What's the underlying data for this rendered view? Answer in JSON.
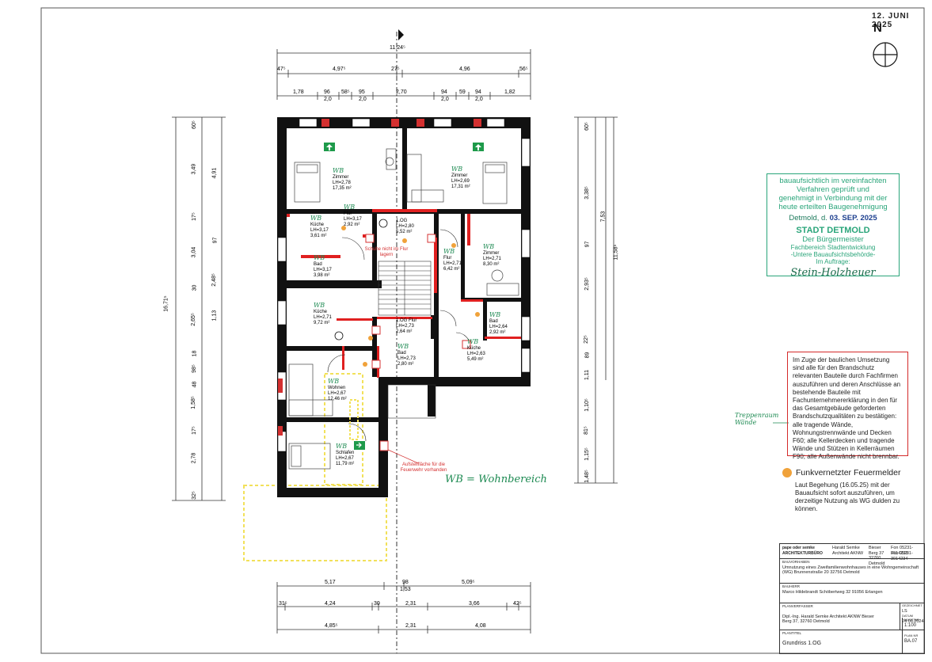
{
  "header": {
    "stamp_date_top": "12. JUNI 2025",
    "north_label": "N"
  },
  "approval_stamp": {
    "line1": "bauaufsichtlich im vereinfachten",
    "line2": "Verfahren geprüft und",
    "line3": "genehmigt in Verbindung mit der",
    "line4": "heute erteilten Baugenehmigung",
    "place": "Detmold, d.",
    "date": "03. SEP. 2025",
    "city": "STADT DETMOLD",
    "office": "Der Bürgermeister",
    "dept1": "Fachbereich Stadtentwicklung",
    "dept2": "-Untere Bauaufsichtsbehörde-",
    "dept3": "Im Auftrage:",
    "signature": "Stein-Holzheuer"
  },
  "notice": {
    "text": "Im Zuge der baulichen Umsetzung sind alle für den Brandschutz relevanten Bauteile durch Fachfirmen auszuführen und deren Anschlüsse an bestehende Bauteile mit Fachunternehmererklärung in den für das Gesamtgebäude geforderten Brandschutzqualitäten zu bestätigen: alle tragende Wände, Wohnungstrennwände und Decken F60; alle Kellerdecken und tragende Wände und Stützen in Kellerräumen F90; alle Außenwände nicht brennbar.",
    "handwritten_note": "Treppenraum Wände"
  },
  "legend": {
    "title": "Funkvernetzter Feuermelder",
    "text": "Laut Begehung (16.05.25) mit der Bauaufsicht sofort auszuführen, um derzeitige Nutzung als WG dulden zu können.",
    "color": "#f0a23a"
  },
  "plan_notes": {
    "shoes": "Schuhe nicht im Flur lagern",
    "fire_dept": "Aufstellfläche für die Feuerwehr vorhanden",
    "we_legend": "WB = Wohnbereich"
  },
  "rooms": [
    {
      "name": "Zimmer",
      "lh": "LH=2,78",
      "area": "17,35 m²",
      "note": "WB"
    },
    {
      "name": "Zimmer",
      "lh": "LH=2,69",
      "area": "17,31 m²",
      "note": "WB"
    },
    {
      "name": "Küche",
      "lh": "LH=3,17",
      "area": "3,61 m²",
      "note": "WB"
    },
    {
      "name": "Bad",
      "lh": "LH=3,17",
      "area": "3,98 m²",
      "note": "WB"
    },
    {
      "name": "1.OG",
      "lh": "LH=2,80",
      "area": "5,52 m²",
      "note": ""
    },
    {
      "name": "Flur",
      "lh": "LH=3,17",
      "area": "2,92 m²",
      "note": "WB"
    },
    {
      "name": "Flur",
      "lh": "LH=2,71",
      "area": "6,42 m²",
      "note": "WB"
    },
    {
      "name": "Zimmer",
      "lh": "LH=2,71",
      "area": "8,30 m²",
      "note": "WB"
    },
    {
      "name": "Küche",
      "lh": "LH=2,71",
      "area": "9,72 m²",
      "note": "WB"
    },
    {
      "name": "1.OG Flur",
      "lh": "LH=2,73",
      "area": "2,64 m²",
      "note": ""
    },
    {
      "name": "Bad",
      "lh": "LH=2,64",
      "area": "2,92 m²",
      "note": "WB"
    },
    {
      "name": "Bad",
      "lh": "LH=2,73",
      "area": "2,80 m²",
      "note": "WB"
    },
    {
      "name": "Küche",
      "lh": "LH=2,63",
      "area": "5,49 m²",
      "note": "WB"
    },
    {
      "name": "Wohnen",
      "lh": "LH=2,67",
      "area": "12,46 m²",
      "note": "WB"
    },
    {
      "name": "Schlafen",
      "lh": "LH=2,67",
      "area": "11,79 m²",
      "note": "WB"
    }
  ],
  "dimensions": {
    "top_total": "11,24⁵",
    "top_row2": [
      "47⁵",
      "4,97⁵",
      "27⁵",
      "4,96",
      "56⁵"
    ],
    "top_row3": [
      "1,78",
      "96",
      "58⁵",
      "95",
      "2,70",
      "94",
      "59",
      "94",
      "1,82"
    ],
    "top_row3b": [
      "2,0",
      "2,0",
      "2,0",
      "2,0"
    ],
    "left_col": [
      "60⁵",
      "3,49",
      "17⁵",
      "3,04",
      "30",
      "2,65⁵",
      "18",
      "98⁵",
      "48",
      "1,58⁵",
      "17⁵",
      "2,78",
      "32⁵"
    ],
    "left_col2": [
      "4,91",
      "97",
      "2,48⁵",
      "1,13"
    ],
    "left_total": "16,71⁵",
    "right_col": [
      "60⁵",
      "3,38⁵",
      "97",
      "2,93⁵",
      "22⁵",
      "89",
      "1,11",
      "1,10⁵",
      "81⁵",
      "1,15⁵",
      "1,48⁵"
    ],
    "right_total": "11,58⁵",
    "right_total2": "7,53",
    "bottom_row1": [
      "5,17",
      "98",
      "5,09⁵"
    ],
    "bottom_row1b": "1,53",
    "bottom_row2": [
      "31⁵",
      "4,24",
      "30",
      "2,31",
      "3,66",
      "42⁵"
    ],
    "bottom_row3": [
      "4,85⁵",
      "2,31",
      "4,08"
    ]
  },
  "title_block": {
    "firm": "pape oder semke ARCHITEKTURBÜRO",
    "architect": "Harald Semke Architekt AKNW",
    "address": "Bieser Berg 37 32760 Detmold",
    "phone": "Fon 05231-3014233",
    "fax": "Fax 05231-3014234",
    "project_label": "BAUVORHABEN",
    "project": "Umnutzung eines Zweifamilienwohnhauses in eine Wohngemeinschaft (WG) Brunnenstraße 20 32756 Detmold",
    "client_label": "BAUHERR",
    "client": "Marco Hildebrandt Schöbertweg 32 91056 Erlangen",
    "planner_label": "PLANVERFASSER",
    "planner": "Dipl.-Ing. Harald Semke Architekt AKNW Bieser Berg 37, 32760 Detmold",
    "scale_label": "MASSTAB",
    "scale": "1:100",
    "date_label": "DATUM",
    "date": "24.06.2024",
    "phase_label": "GEZEICHNET",
    "phase": "LS",
    "plan_label": "PLANTITEL",
    "plan_title": "Grundriss 1.OG",
    "plan_no_label": "PLAN NR",
    "plan_no": "BA.07"
  }
}
